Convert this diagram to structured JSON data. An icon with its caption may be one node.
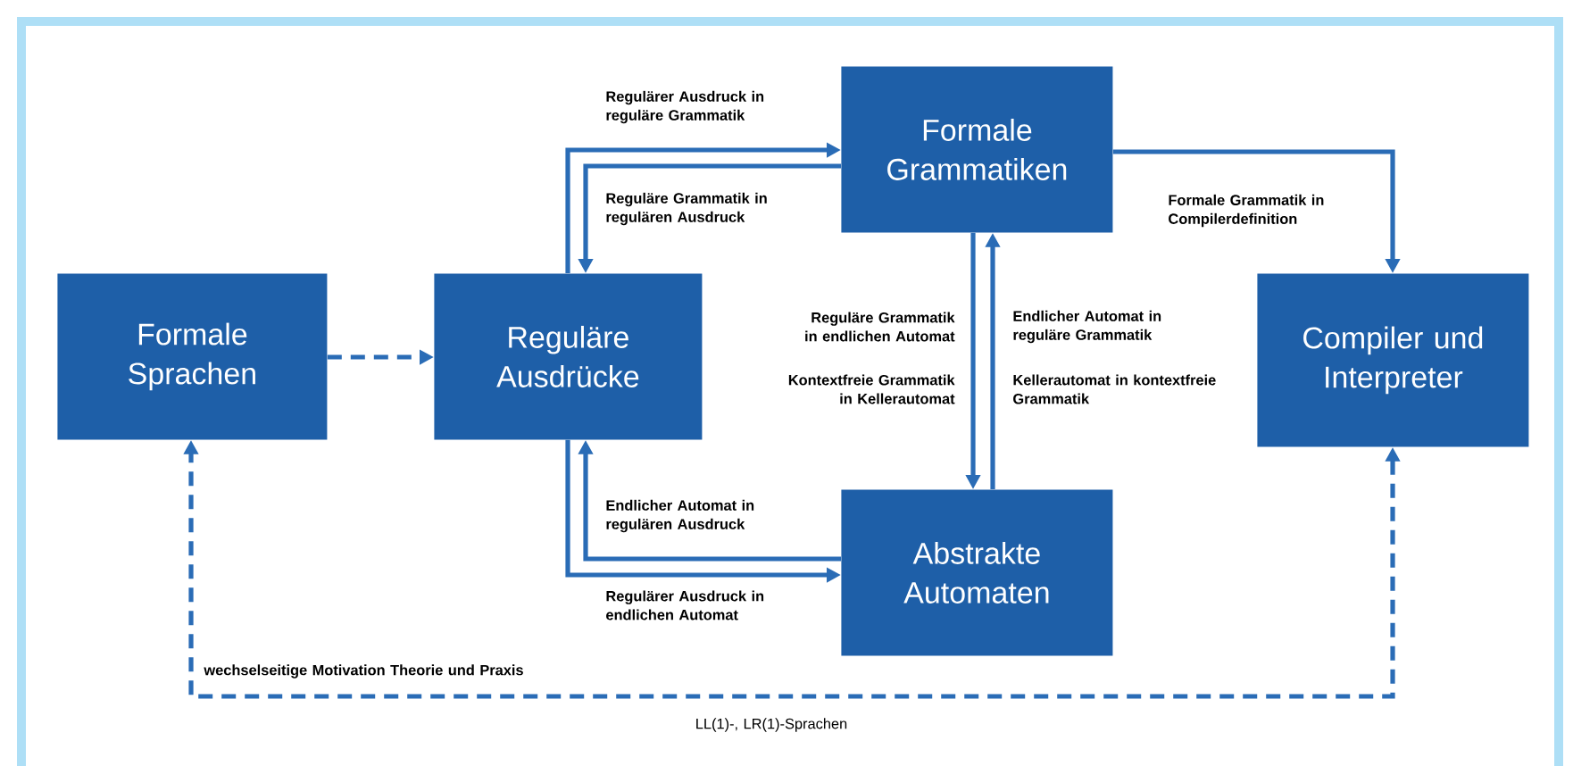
{
  "diagram": {
    "nodes": [
      {
        "text": [
          "Formale Sprachen"
        ]
      },
      {
        "text": [
          "Reguläre Ausdrücke"
        ]
      },
      {
        "text": [
          "Formale Grammatiken"
        ]
      },
      {
        "text": [
          "Compiler und Interpreter"
        ]
      },
      {
        "text": [
          "Abstrakte Automaten"
        ]
      }
    ],
    "edges": [
      {
        "from": 0,
        "to": 1,
        "arrow": "to",
        "style": "dashed"
      },
      {
        "from": 1,
        "to": 2,
        "arrow": "to",
        "label": "Regulärer Ausdruck in reguläre Grammatik"
      },
      {
        "from": 2,
        "to": 1,
        "arrow": "to",
        "label": "Reguläre Grammatik in regulären Ausdruck"
      },
      {
        "from": 2,
        "to": 3,
        "arrow": "to",
        "label": "Formale Grammatik in Compilerdefinition"
      },
      {
        "from": 2,
        "to": 4,
        "arrow": "to",
        "label": "Reguläre Grammatik in endlichen Automat"
      },
      {
        "from": 4,
        "to": 2,
        "arrow": "to",
        "label": "Endlicher Automat in reguläre Grammatik"
      },
      {
        "from": 4,
        "to": 1,
        "arrow": "to",
        "label": "Endlicher Automat in regulären Ausdruck"
      },
      {
        "from": 1,
        "to": 4,
        "arrow": "to",
        "label": "Regulärer Ausdruck in endlichen Automat"
      },
      {
        "from": 3,
        "to": 0,
        "arrow": "both",
        "style": "dashed",
        "label": "wechselseitige Motivation Theorie und Praxis"
      }
    ],
    "labels": [
      "Kontextfreie Grammatik in Kellerautomat",
      "Kellerautomat in kontextfreie Grammatik",
      "LL(1)-, LR(1)-Sprachen"
    ]
  }
}
